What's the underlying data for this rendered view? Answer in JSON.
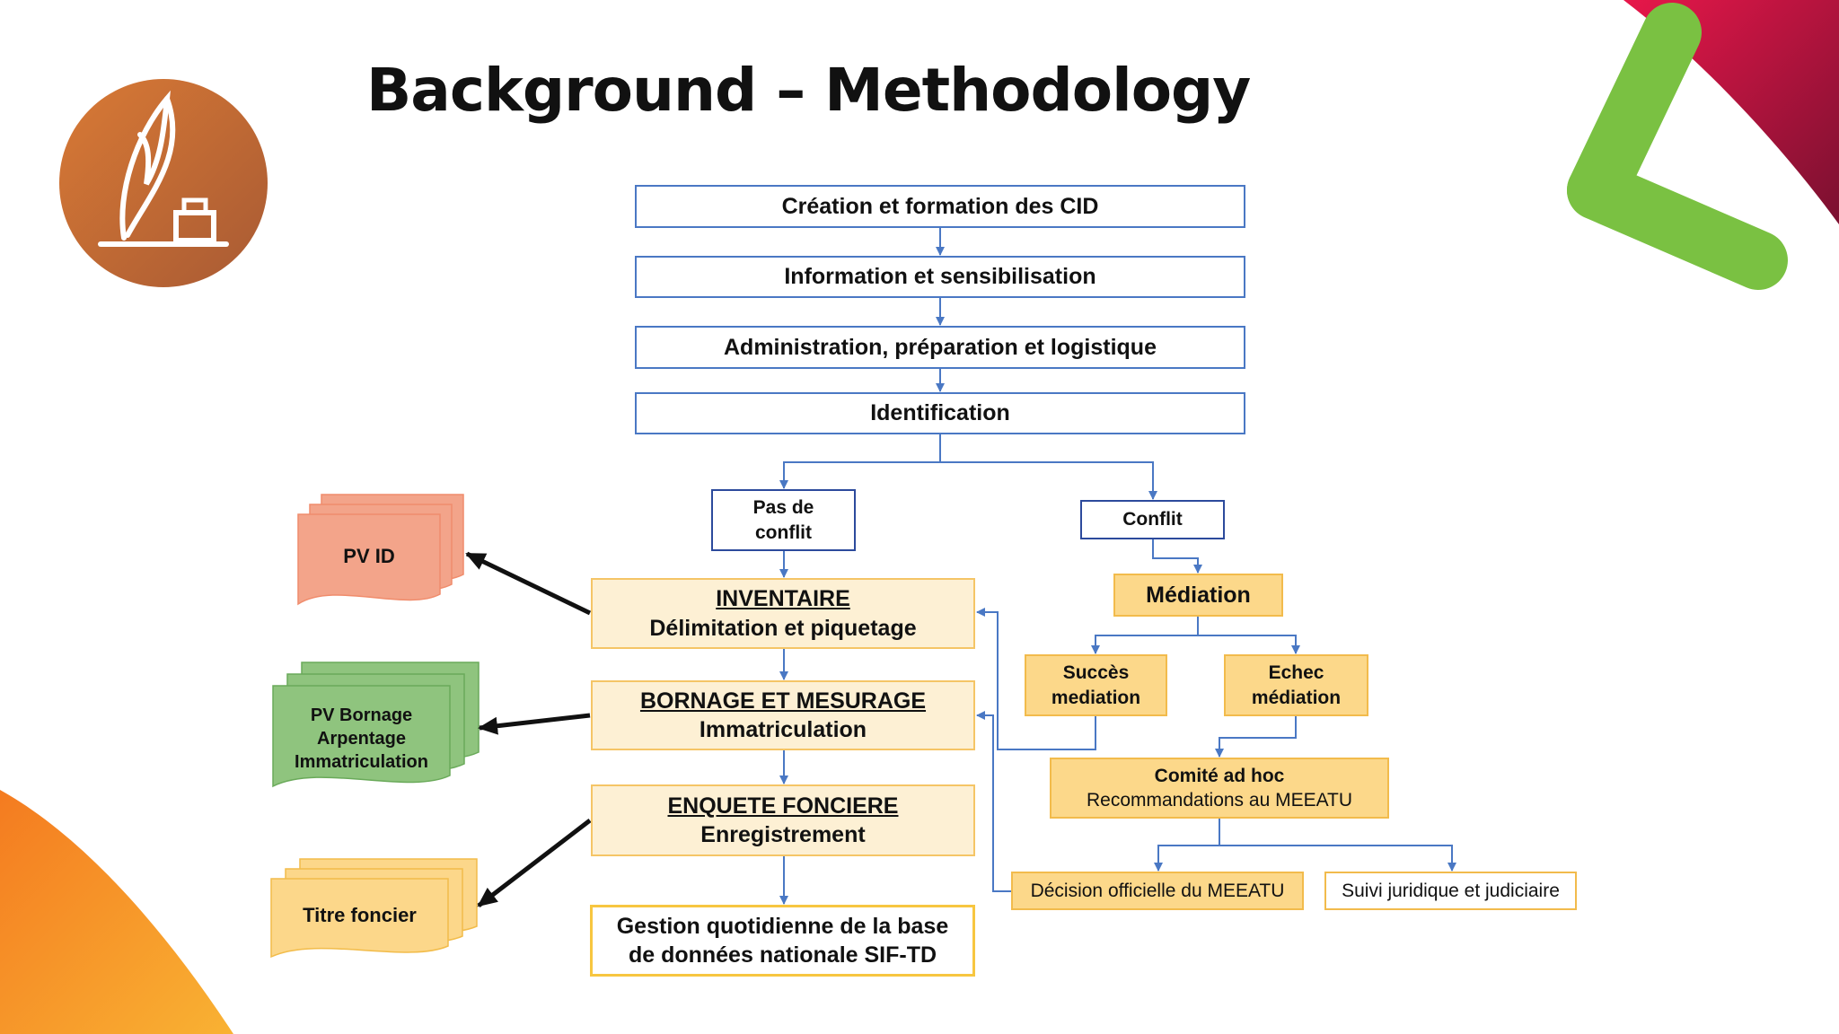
{
  "title": "Background – Methodology",
  "colors": {
    "flow_blue": "#4a78c4",
    "box_cream": "#fdf0d4",
    "box_gold": "#fcd88a",
    "doc_salmon": "#f3a48a",
    "doc_green": "#8fc47e",
    "doc_yellow": "#fcd78a",
    "logo_orange": "#c8733a",
    "accent_green": "#7ac142",
    "accent_pink": "#e8174a"
  },
  "icons": {
    "logo": "quill-inkwell-icon"
  },
  "steps": {
    "creation": "Création et formation des CID",
    "information": "Information et sensibilisation",
    "administration": "Administration, préparation et logistique",
    "identification": "Identification"
  },
  "branches": {
    "pas_de_conflit_line1": "Pas de",
    "pas_de_conflit_line2": "conflit",
    "conflit": "Conflit"
  },
  "main_flow": {
    "inventaire_title": "INVENTAIRE",
    "inventaire_sub": "Délimitation et piquetage",
    "bornage_title": "BORNAGE ET MESURAGE",
    "bornage_sub": "Immatriculation",
    "enquete_title": "ENQUETE FONCIERE",
    "enquete_sub": "Enregistrement",
    "gestion_line1": "Gestion quotidienne de la base",
    "gestion_line2": "de données nationale SIF-TD"
  },
  "conflict_flow": {
    "mediation": "Médiation",
    "succes_line1": "Succès",
    "succes_line2": "mediation",
    "echec_line1": "Echec",
    "echec_line2": "médiation",
    "comite_title": "Comité ad hoc",
    "comite_sub": "Recommandations au MEEATU",
    "decision": "Décision officielle du MEEATU",
    "suivi": "Suivi juridique et judiciaire"
  },
  "documents": {
    "pv_id": "PV ID",
    "pv_bornage_line1": "PV Bornage",
    "pv_bornage_line2": "Arpentage",
    "pv_bornage_line3": "Immatriculation",
    "titre_foncier": "Titre foncier"
  }
}
